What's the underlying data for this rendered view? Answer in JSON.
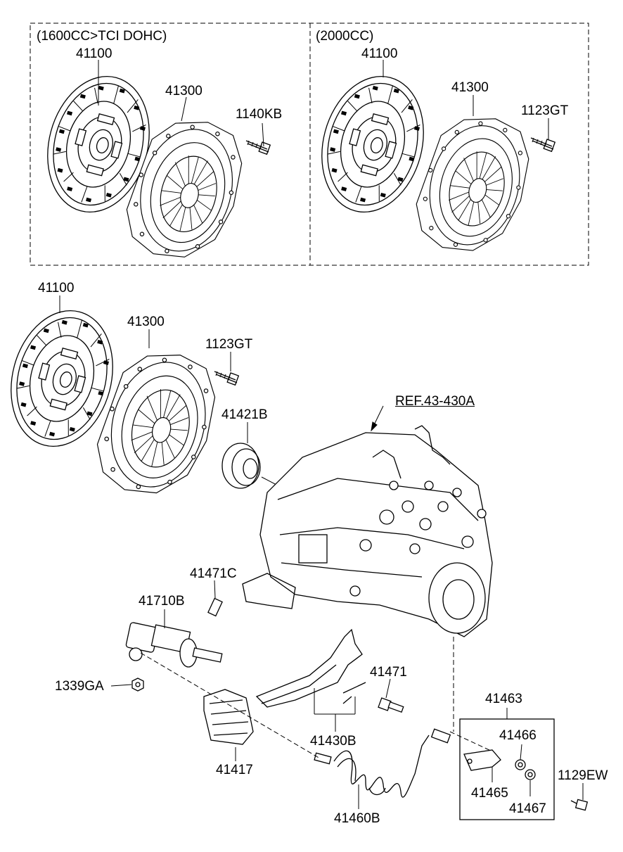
{
  "variants": {
    "left_title": "(1600CC>TCI DOHC)",
    "right_title": "(2000CC)"
  },
  "labels": {
    "disc_top_left": "41100",
    "cover_top_left": "41300",
    "bolt_top_left": "1140KB",
    "disc_top_right": "41100",
    "cover_top_right": "41300",
    "bolt_top_right": "1123GT",
    "disc_main": "41100",
    "cover_main": "41300",
    "bolt_main": "1123GT",
    "release_bearing": "41421B",
    "transaxle_ref": "REF.43-430A",
    "bleeder": "41471C",
    "release_cylinder": "41710B",
    "nut": "1339GA",
    "boot": "41417",
    "fork": "41430B",
    "fork_bolt": "41471",
    "bracket_group": "41463",
    "bracket_grommet": "41466",
    "bracket": "41465",
    "bracket_washer": "41467",
    "bracket_bolt": "1129EW",
    "hose": "41460B"
  },
  "icons": {
    "clutch_disc": "clutch-disc-icon",
    "pressure_plate": "pressure-plate-icon",
    "bolt": "bolt-icon",
    "transaxle": "transaxle-housing-icon"
  }
}
